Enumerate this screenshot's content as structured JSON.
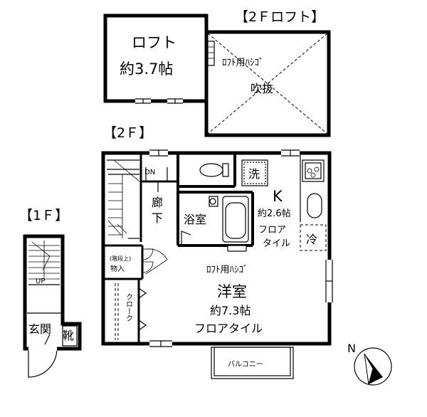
{
  "sections": {
    "loft_2f": "【2Ｆロフト】",
    "floor_2f": "【2Ｆ】",
    "floor_1f": "【1Ｆ】"
  },
  "rooms": {
    "loft_name": "ロフト",
    "loft_size": "約3.7帖",
    "loft_ladder_top": "ﾛﾌﾄ用ﾊｼｺﾞ",
    "atrium": "吹抜",
    "downstairs": "DN",
    "corridor_1": "廊",
    "corridor_2": "下",
    "bath": "浴室",
    "kitchen": "K",
    "kitchen_size": "約2.6帖",
    "kitchen_floor_1": "フロア",
    "kitchen_floor_2": "タイル",
    "washer": "洗",
    "fridge": "冷",
    "stove": "⚙",
    "storage_note": "(階段上)",
    "storage": "物入",
    "loft_ladder": "ﾛﾌﾄ用ﾊｼｺﾞ",
    "western_room": "洋室",
    "western_size": "約7.3帖",
    "western_floor": "フロアタイル",
    "closet": "クローク",
    "balcony": "バルコニー",
    "up": "UP",
    "entrance": "玄関",
    "shoes": "靴"
  },
  "compass": {
    "north": "N"
  }
}
